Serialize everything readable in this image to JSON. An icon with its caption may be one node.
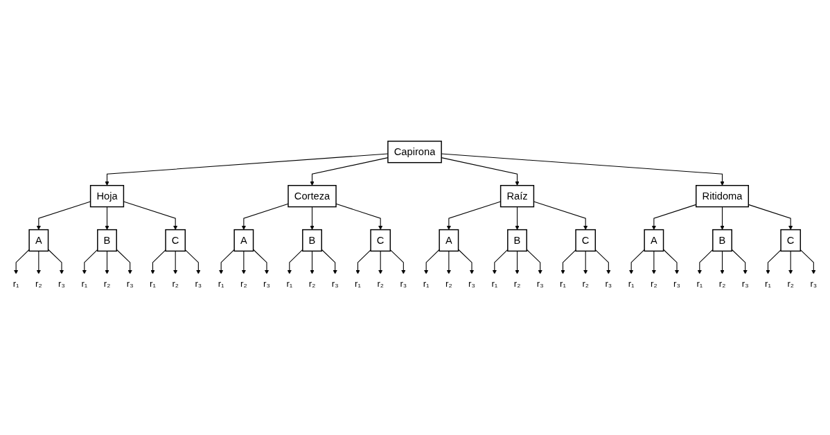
{
  "diagram": {
    "nodes": [
      {
        "text": [
          "Capirona"
        ]
      },
      {
        "text": [
          "Hoja"
        ]
      },
      {
        "text": [
          "Corteza"
        ]
      },
      {
        "text": [
          "Raíz"
        ]
      },
      {
        "text": [
          "Ritidoma"
        ]
      },
      {
        "text": [
          "A"
        ]
      },
      {
        "text": [
          "B"
        ]
      },
      {
        "text": [
          "C"
        ]
      },
      {
        "text": [
          "A"
        ]
      },
      {
        "text": [
          "B"
        ]
      },
      {
        "text": [
          "C"
        ]
      },
      {
        "text": [
          "A"
        ]
      },
      {
        "text": [
          "B"
        ]
      },
      {
        "text": [
          "C"
        ]
      },
      {
        "text": [
          "A"
        ]
      },
      {
        "text": [
          "B"
        ]
      },
      {
        "text": [
          "C"
        ]
      },
      {
        "text": [
          "r₁"
        ]
      },
      {
        "text": [
          "r₂"
        ]
      },
      {
        "text": [
          "r₃"
        ]
      },
      {
        "text": [
          "r₁"
        ]
      },
      {
        "text": [
          "r₂"
        ]
      },
      {
        "text": [
          "r₃"
        ]
      },
      {
        "text": [
          "r₁"
        ]
      },
      {
        "text": [
          "r₂"
        ]
      },
      {
        "text": [
          "r₃"
        ]
      },
      {
        "text": [
          "r₁"
        ]
      },
      {
        "text": [
          "r₂"
        ]
      },
      {
        "text": [
          "r₃"
        ]
      },
      {
        "text": [
          "r₁"
        ]
      },
      {
        "text": [
          "r₂"
        ]
      },
      {
        "text": [
          "r₃"
        ]
      },
      {
        "text": [
          "r₁"
        ]
      },
      {
        "text": [
          "r₂"
        ]
      },
      {
        "text": [
          "r₃"
        ]
      },
      {
        "text": [
          "r₁"
        ]
      },
      {
        "text": [
          "r₂"
        ]
      },
      {
        "text": [
          "r₃"
        ]
      },
      {
        "text": [
          "r₁"
        ]
      },
      {
        "text": [
          "r₂"
        ]
      },
      {
        "text": [
          "r₃"
        ]
      },
      {
        "text": [
          "r₁"
        ]
      },
      {
        "text": [
          "r₂"
        ]
      },
      {
        "text": [
          "r₃"
        ]
      },
      {
        "text": [
          "r₁"
        ]
      },
      {
        "text": [
          "r₂"
        ]
      },
      {
        "text": [
          "r₃"
        ]
      },
      {
        "text": [
          "r₁"
        ]
      },
      {
        "text": [
          "r₂"
        ]
      },
      {
        "text": [
          "r₃"
        ]
      },
      {
        "text": [
          "r₁"
        ]
      },
      {
        "text": [
          "r₂"
        ]
      },
      {
        "text": [
          "r₃"
        ]
      }
    ],
    "edges": [
      {
        "from": 0,
        "to": 1,
        "arrow": "to"
      },
      {
        "from": 0,
        "to": 2,
        "arrow": "to"
      },
      {
        "from": 0,
        "to": 3,
        "arrow": "to"
      },
      {
        "from": 0,
        "to": 4,
        "arrow": "to"
      },
      {
        "from": 1,
        "to": 5,
        "arrow": "to"
      },
      {
        "from": 1,
        "to": 6,
        "arrow": "to"
      },
      {
        "from": 1,
        "to": 7,
        "arrow": "to"
      },
      {
        "from": 2,
        "to": 8,
        "arrow": "to"
      },
      {
        "from": 2,
        "to": 9,
        "arrow": "to"
      },
      {
        "from": 2,
        "to": 10,
        "arrow": "to"
      },
      {
        "from": 3,
        "to": 11,
        "arrow": "to"
      },
      {
        "from": 3,
        "to": 12,
        "arrow": "to"
      },
      {
        "from": 3,
        "to": 13,
        "arrow": "to"
      },
      {
        "from": 4,
        "to": 14,
        "arrow": "to"
      },
      {
        "from": 4,
        "to": 15,
        "arrow": "to"
      },
      {
        "from": 4,
        "to": 16,
        "arrow": "to"
      },
      {
        "from": 5,
        "to": 17,
        "arrow": "to"
      },
      {
        "from": 5,
        "to": 18,
        "arrow": "to"
      },
      {
        "from": 5,
        "to": 19,
        "arrow": "to"
      },
      {
        "from": 6,
        "to": 20,
        "arrow": "to"
      },
      {
        "from": 6,
        "to": 21,
        "arrow": "to"
      },
      {
        "from": 6,
        "to": 22,
        "arrow": "to"
      },
      {
        "from": 7,
        "to": 23,
        "arrow": "to"
      },
      {
        "from": 7,
        "to": 24,
        "arrow": "to"
      },
      {
        "from": 7,
        "to": 25,
        "arrow": "to"
      },
      {
        "from": 8,
        "to": 26,
        "arrow": "to"
      },
      {
        "from": 8,
        "to": 27,
        "arrow": "to"
      },
      {
        "from": 8,
        "to": 28,
        "arrow": "to"
      },
      {
        "from": 9,
        "to": 29,
        "arrow": "to"
      },
      {
        "from": 9,
        "to": 30,
        "arrow": "to"
      },
      {
        "from": 9,
        "to": 31,
        "arrow": "to"
      },
      {
        "from": 10,
        "to": 32,
        "arrow": "to"
      },
      {
        "from": 10,
        "to": 33,
        "arrow": "to"
      },
      {
        "from": 10,
        "to": 34,
        "arrow": "to"
      },
      {
        "from": 11,
        "to": 35,
        "arrow": "to"
      },
      {
        "from": 11,
        "to": 36,
        "arrow": "to"
      },
      {
        "from": 11,
        "to": 37,
        "arrow": "to"
      },
      {
        "from": 12,
        "to": 38,
        "arrow": "to"
      },
      {
        "from": 12,
        "to": 39,
        "arrow": "to"
      },
      {
        "from": 12,
        "to": 40,
        "arrow": "to"
      },
      {
        "from": 13,
        "to": 41,
        "arrow": "to"
      },
      {
        "from": 13,
        "to": 42,
        "arrow": "to"
      },
      {
        "from": 13,
        "to": 43,
        "arrow": "to"
      },
      {
        "from": 14,
        "to": 44,
        "arrow": "to"
      },
      {
        "from": 14,
        "to": 45,
        "arrow": "to"
      },
      {
        "from": 14,
        "to": 46,
        "arrow": "to"
      },
      {
        "from": 15,
        "to": 47,
        "arrow": "to"
      },
      {
        "from": 15,
        "to": 48,
        "arrow": "to"
      },
      {
        "from": 15,
        "to": 49,
        "arrow": "to"
      },
      {
        "from": 16,
        "to": 50,
        "arrow": "to"
      },
      {
        "from": 16,
        "to": 51,
        "arrow": "to"
      },
      {
        "from": 16,
        "to": 52,
        "arrow": "to"
      }
    ]
  }
}
